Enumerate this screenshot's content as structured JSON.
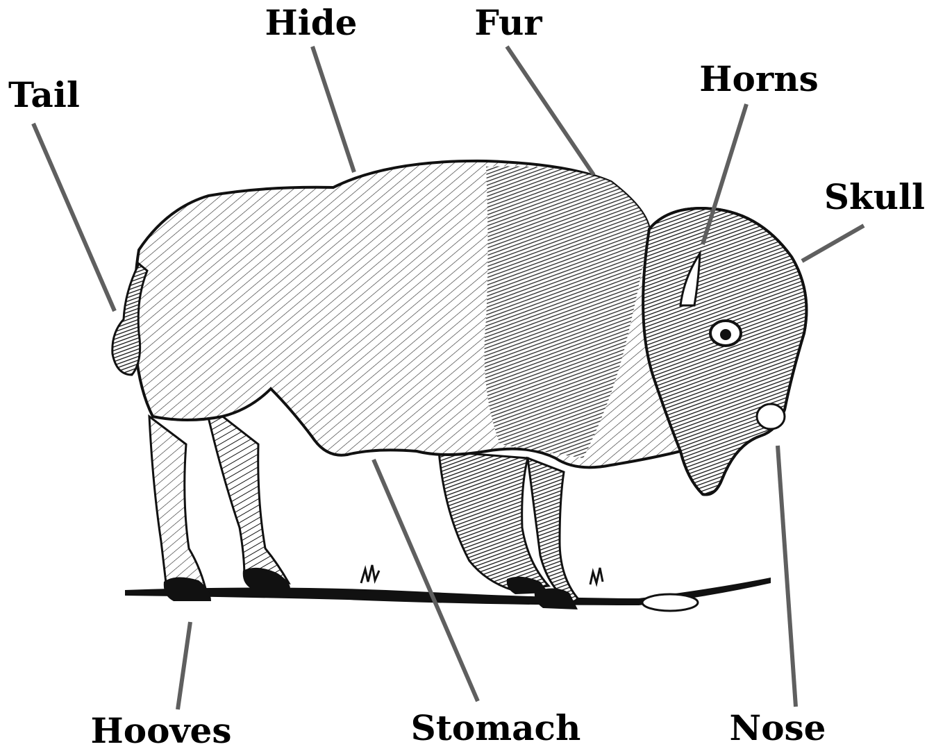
{
  "labels": {
    "hide": "Hide",
    "fur": "Fur",
    "tail": "Tail",
    "horns": "Horns",
    "skull": "Skull",
    "hooves": "Hooves",
    "stomach": "Stomach",
    "nose": "Nose"
  },
  "colors": {
    "leader_line": "#5f5f5f",
    "ink": "#111111",
    "background": "#ffffff"
  }
}
